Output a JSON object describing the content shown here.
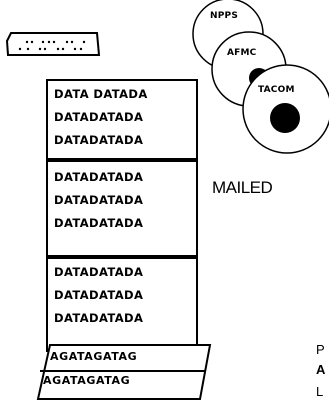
{
  "stack": {
    "group_1": [
      "DATA DATADA",
      "DATADATADA",
      "DATADATADA"
    ],
    "group_2": [
      "DATADATADA",
      "DATADATADA",
      "DATADATADA"
    ],
    "group_3": [
      "DATADATADA",
      "DATADATADA",
      "DATADATADA"
    ]
  },
  "tape": {
    "row_1": "AGATAGATAG",
    "row_2": "AGATAGATAG"
  },
  "discs": {
    "labels": [
      "NPPS",
      "AFMC",
      "TACOM"
    ]
  },
  "mailed_label": "MAILED",
  "corner_text": [
    "P",
    "A",
    "L"
  ]
}
